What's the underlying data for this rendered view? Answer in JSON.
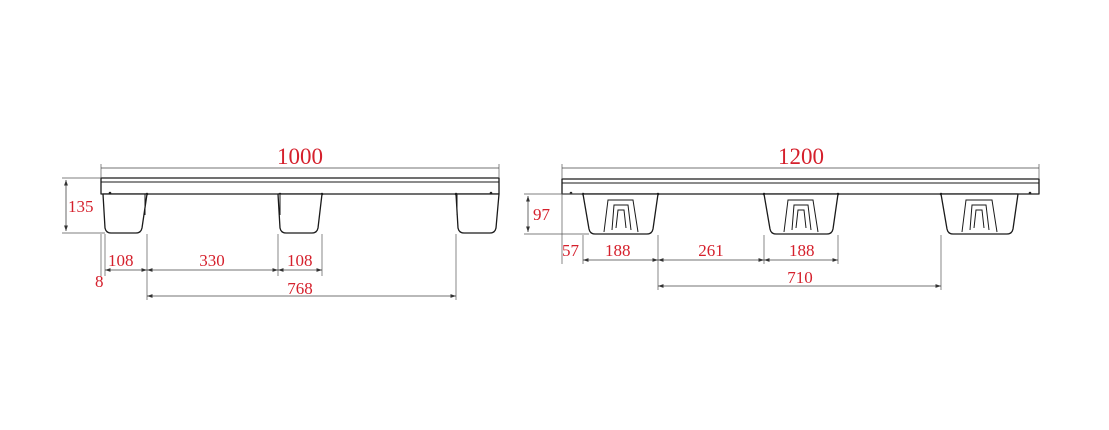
{
  "colors": {
    "line": "#1a1a1a",
    "dimension_text": "#d5202c",
    "background": "#ffffff"
  },
  "left_view": {
    "overall_width": "1000",
    "height": "135",
    "block_width_left": "108",
    "span_between_blocks": "330",
    "block_width_middle": "108",
    "edge_offset": "8",
    "outer_block_span": "768"
  },
  "right_view": {
    "overall_width": "1200",
    "height": "97",
    "edge_offset": "57",
    "block_width_left": "188",
    "span_between_blocks": "261",
    "block_width_middle": "188",
    "outer_block_span": "710"
  }
}
